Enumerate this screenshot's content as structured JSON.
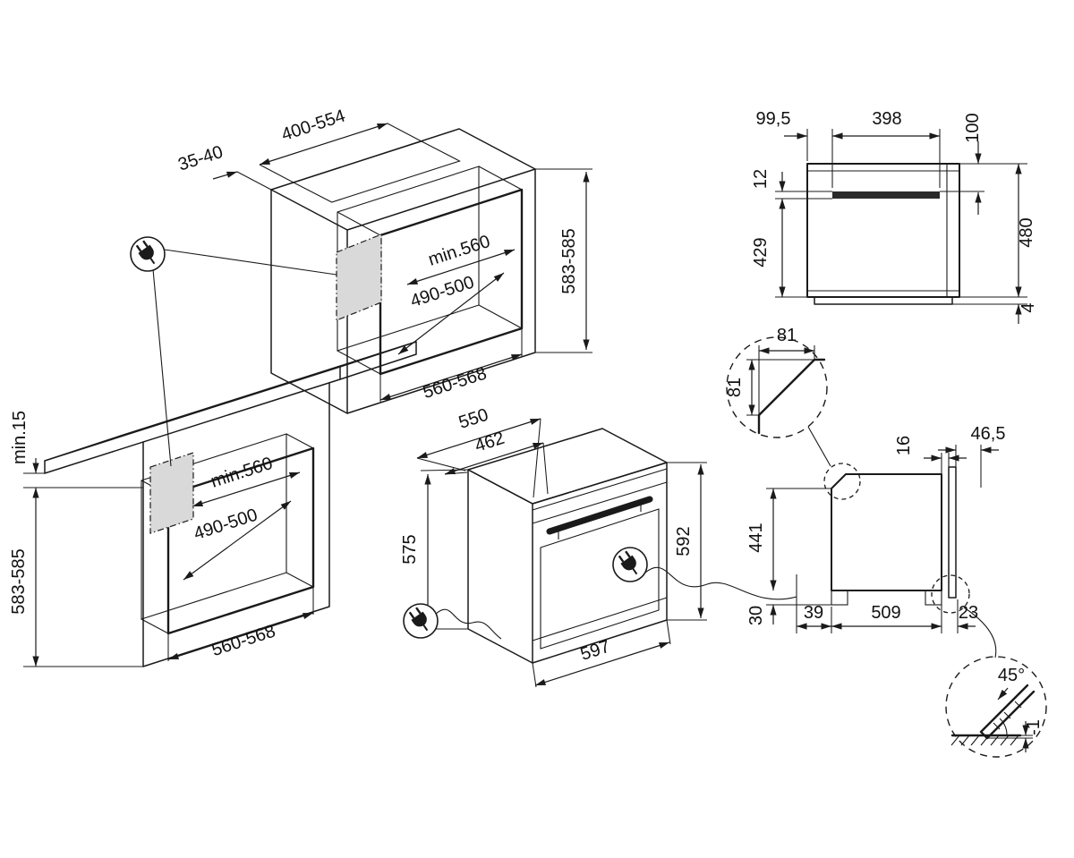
{
  "figure": {
    "bg": "#ffffff",
    "line_color": "#1a1a1a",
    "shade_color": "#d9d9d9"
  },
  "icons": {
    "power_plug": "plug-in-circle"
  },
  "tall_unit": {
    "cutout_width": "400-554",
    "rear_gap": "35-40",
    "niche_depth": "min.560",
    "niche_height": "490-500",
    "niche_width": "560-568",
    "unit_height": "583-585"
  },
  "base_unit": {
    "top_clearance": "min.15",
    "niche_depth": "min.560",
    "niche_height": "490-500",
    "niche_width": "560-568",
    "unit_height": "583-585"
  },
  "oven": {
    "depth_total": "550",
    "depth_body": "462",
    "height_body": "575",
    "height_front": "592",
    "width": "597"
  },
  "side_top": {
    "rear_offset": "99,5",
    "bracket_width": "398",
    "top_inset": "100",
    "bracket_height": "12",
    "lower_height": "429",
    "total_height": "480",
    "base_height": "4"
  },
  "corner_detail": {
    "leg_horizontal": "81",
    "leg_vertical": "81"
  },
  "side_bottom": {
    "top_gap": "16",
    "front_offset": "46,5",
    "rear_height": "441",
    "base_gap": "30",
    "rear_inset": "39",
    "feet_span": "509",
    "front_inset": "23"
  },
  "floor_detail": {
    "chamfer_angle": "45°",
    "floor_offset": "-1"
  }
}
